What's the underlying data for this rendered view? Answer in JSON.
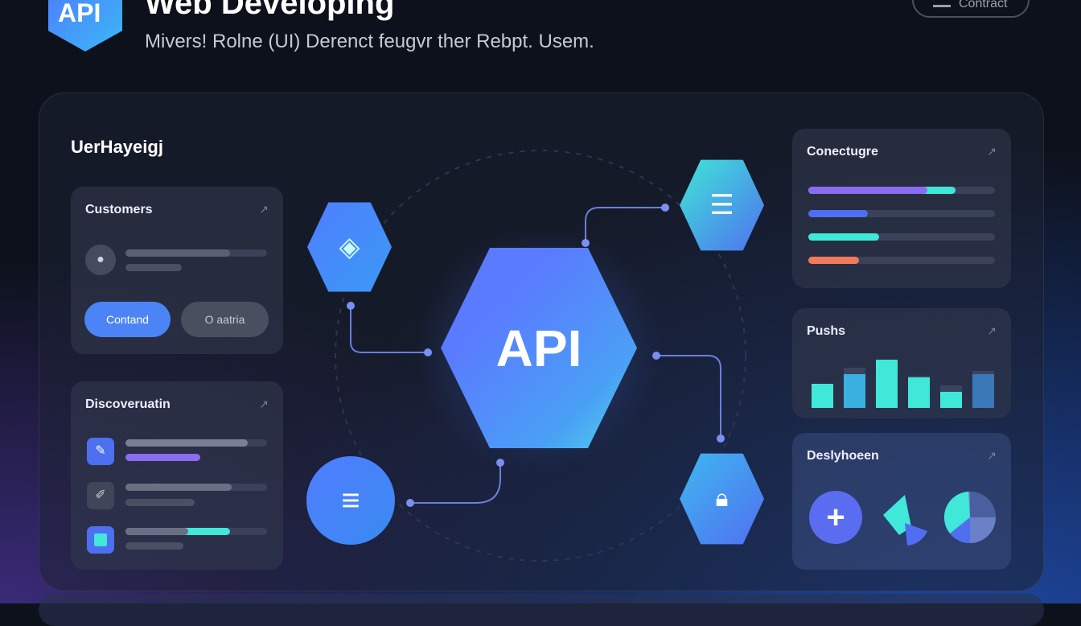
{
  "header": {
    "logo_text": "API",
    "title": "Web Developing",
    "subtitle": "Mivers! Rolne (UI) Derenct feugvr ther Rebpt. Usem.",
    "top_button": "Contract"
  },
  "section_title": "UerHayeigj",
  "cards": {
    "customers": {
      "title": "Customers",
      "primary_button": "Contand",
      "secondary_button": "O aatria"
    },
    "discovery": {
      "title": "Discoveruatin"
    },
    "connections": {
      "title": "Conectugre",
      "progress": [
        {
          "fill": 0.79,
          "color": "#8a6cf0",
          "accent": "#3fe8d8"
        },
        {
          "fill": 0.32,
          "color": "#4d6ff0"
        },
        {
          "fill": 0.38,
          "color": "#3fe8d8"
        },
        {
          "fill": 0.27,
          "color": "#f07a5a"
        }
      ]
    },
    "pushes": {
      "title": "Pushs",
      "bars": [
        {
          "value": 30,
          "max": 30
        },
        {
          "value": 42,
          "max": 50
        },
        {
          "value": 60,
          "max": 60
        },
        {
          "value": 38,
          "max": 40
        },
        {
          "value": 20,
          "max": 28
        },
        {
          "value": 42,
          "max": 46
        }
      ]
    },
    "deployment": {
      "title": "Deslyhoeen"
    }
  },
  "center": {
    "label": "API"
  },
  "colors": {
    "accent": "#4f7dff",
    "cyan": "#3fe8d8"
  }
}
